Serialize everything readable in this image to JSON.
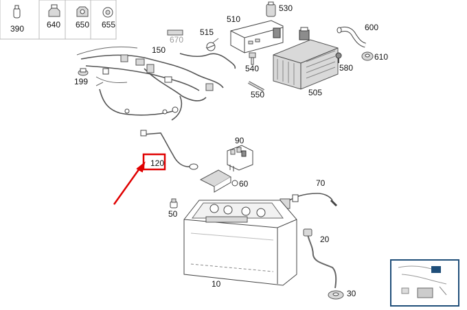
{
  "legend_cells": [
    "390",
    "640",
    "650",
    "655"
  ],
  "callouts": {
    "p510": "510",
    "p530": "530",
    "p600": "600",
    "p670": "670",
    "p515": "515",
    "p150": "150",
    "p610": "610",
    "p580": "580",
    "p540": "540",
    "p199": "199",
    "p505": "505",
    "p550": "550",
    "p90": "90",
    "p120": "120",
    "p60": "60",
    "p70": "70",
    "p50": "50",
    "p20": "20",
    "p10": "10",
    "p30": "30"
  },
  "colors": {
    "highlight": "#e00000",
    "thumbnail_frame": "#1f4e79",
    "legend_grid": "#bbbbbb",
    "label_inactive": "#999999"
  },
  "icons": {
    "arrow": "red-arrow-icon",
    "thumbnail": "overview-thumbnail"
  }
}
